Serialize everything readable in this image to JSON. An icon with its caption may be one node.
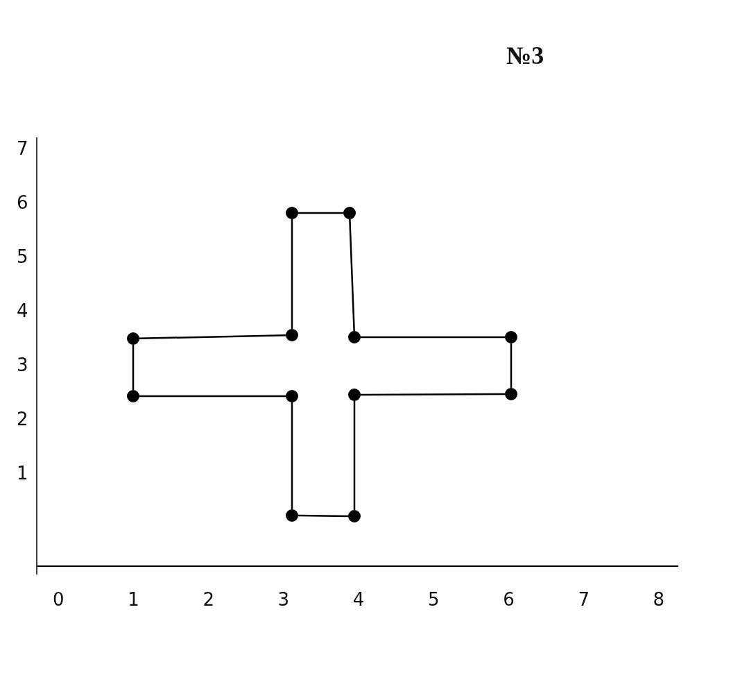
{
  "diagram": {
    "nodes": [
      {
        "text": [],
        "shape": "circle"
      },
      {
        "text": [],
        "shape": "circle"
      },
      {
        "text": [],
        "shape": "circle"
      },
      {
        "text": [],
        "shape": "circle"
      },
      {
        "text": [],
        "shape": "circle"
      },
      {
        "text": [],
        "shape": "circle"
      },
      {
        "text": [],
        "shape": "circle"
      },
      {
        "text": [],
        "shape": "circle"
      },
      {
        "text": [],
        "shape": "circle"
      },
      {
        "text": [],
        "shape": "circle"
      },
      {
        "text": [],
        "shape": "circle"
      },
      {
        "text": [],
        "shape": "circle"
      }
    ],
    "edges": [
      {
        "from": 0,
        "to": 1,
        "arrow": "none"
      },
      {
        "from": 1,
        "to": 4,
        "arrow": "none"
      },
      {
        "from": 4,
        "to": 5,
        "arrow": "none"
      },
      {
        "from": 5,
        "to": 9,
        "arrow": "none"
      },
      {
        "from": 9,
        "to": 8,
        "arrow": "none"
      },
      {
        "from": 8,
        "to": 11,
        "arrow": "none"
      },
      {
        "from": 11,
        "to": 10,
        "arrow": "none"
      },
      {
        "from": 10,
        "to": 7,
        "arrow": "none"
      },
      {
        "from": 7,
        "to": 6,
        "arrow": "none"
      },
      {
        "from": 6,
        "to": 2,
        "arrow": "none"
      },
      {
        "from": 2,
        "to": 3,
        "arrow": "none"
      },
      {
        "from": 3,
        "to": 0,
        "arrow": "none"
      }
    ],
    "labels": [
      "№3",
      "7",
      "6",
      "5",
      "4",
      "3",
      "2",
      "1",
      "0",
      "1",
      "2",
      "3",
      "4",
      "5",
      "6",
      "7",
      "8"
    ]
  }
}
